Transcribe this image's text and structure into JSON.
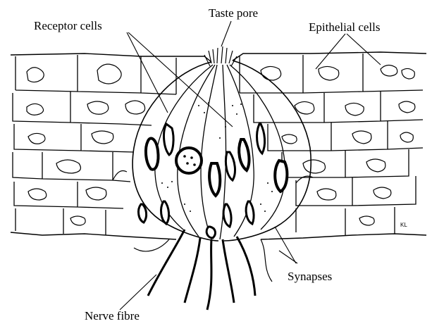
{
  "diagram": {
    "labels": {
      "receptor_cells": "Receptor cells",
      "taste_pore": "Taste pore",
      "epithelial_cells": "Epithelial cells",
      "synapses": "Synapses",
      "nerve_fibre": "Nerve fibre"
    },
    "initials": "KL"
  }
}
